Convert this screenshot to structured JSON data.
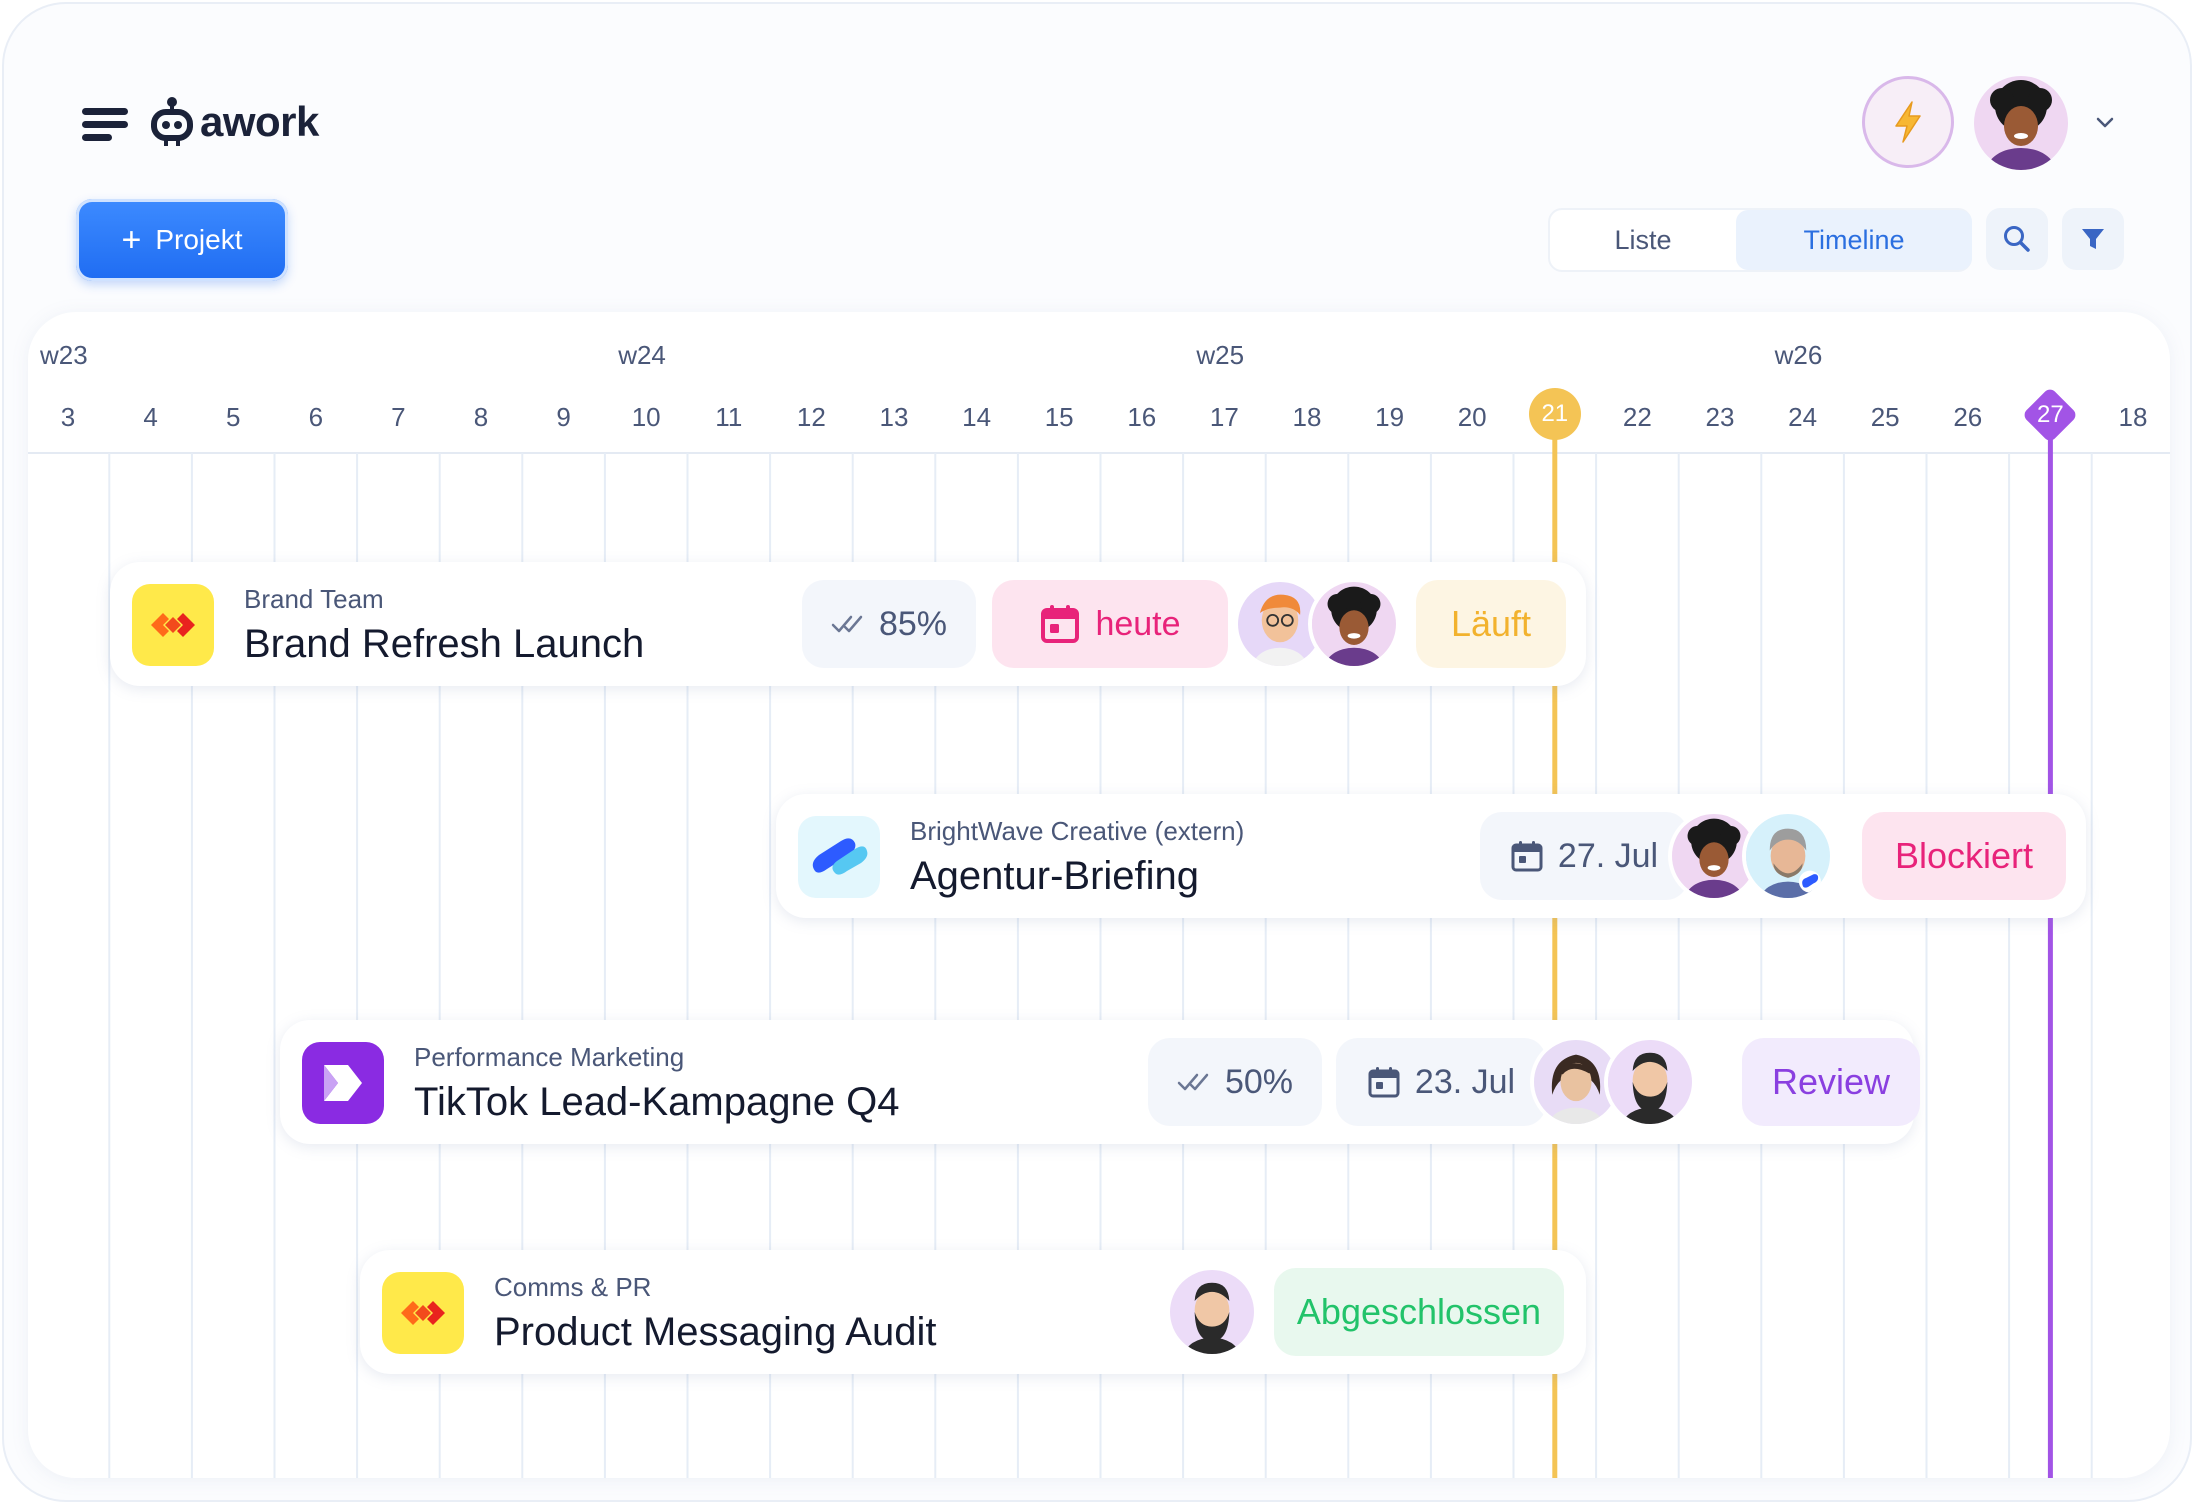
{
  "app": {
    "brand": "awork"
  },
  "header": {
    "new_project_label": "Projekt",
    "views": {
      "list": "Liste",
      "timeline": "Timeline"
    }
  },
  "timeline": {
    "weeks": [
      "w23",
      "w24",
      "w25",
      "w26"
    ],
    "days": [
      "3",
      "4",
      "5",
      "6",
      "7",
      "8",
      "9",
      "10",
      "11",
      "12",
      "13",
      "14",
      "15",
      "16",
      "17",
      "18",
      "19",
      "20",
      "21",
      "22",
      "23",
      "24",
      "25",
      "26",
      "27",
      "18"
    ],
    "today": "21",
    "deadline": "27"
  },
  "projects": [
    {
      "team": "Brand Team",
      "name": "Brand Refresh Launch",
      "progress": "85%",
      "due": "heute",
      "status": "Läuft"
    },
    {
      "team": "BrightWave Creative (extern)",
      "name": "Agentur-Briefing",
      "due": "27. Jul",
      "status": "Blockiert"
    },
    {
      "team": "Performance Marketing",
      "name": "TikTok Lead-Kampagne Q4",
      "progress": "50%",
      "due": "23. Jul",
      "status": "Review"
    },
    {
      "team": "Comms & PR",
      "name": "Product Messaging Audit",
      "status": "Abgeschlossen"
    }
  ],
  "colors": {
    "primary": "#2b6fe0",
    "today_line": "#f4c455",
    "deadline_line": "#a254e6",
    "blocked": "#e8237a",
    "done": "#22c36a"
  }
}
